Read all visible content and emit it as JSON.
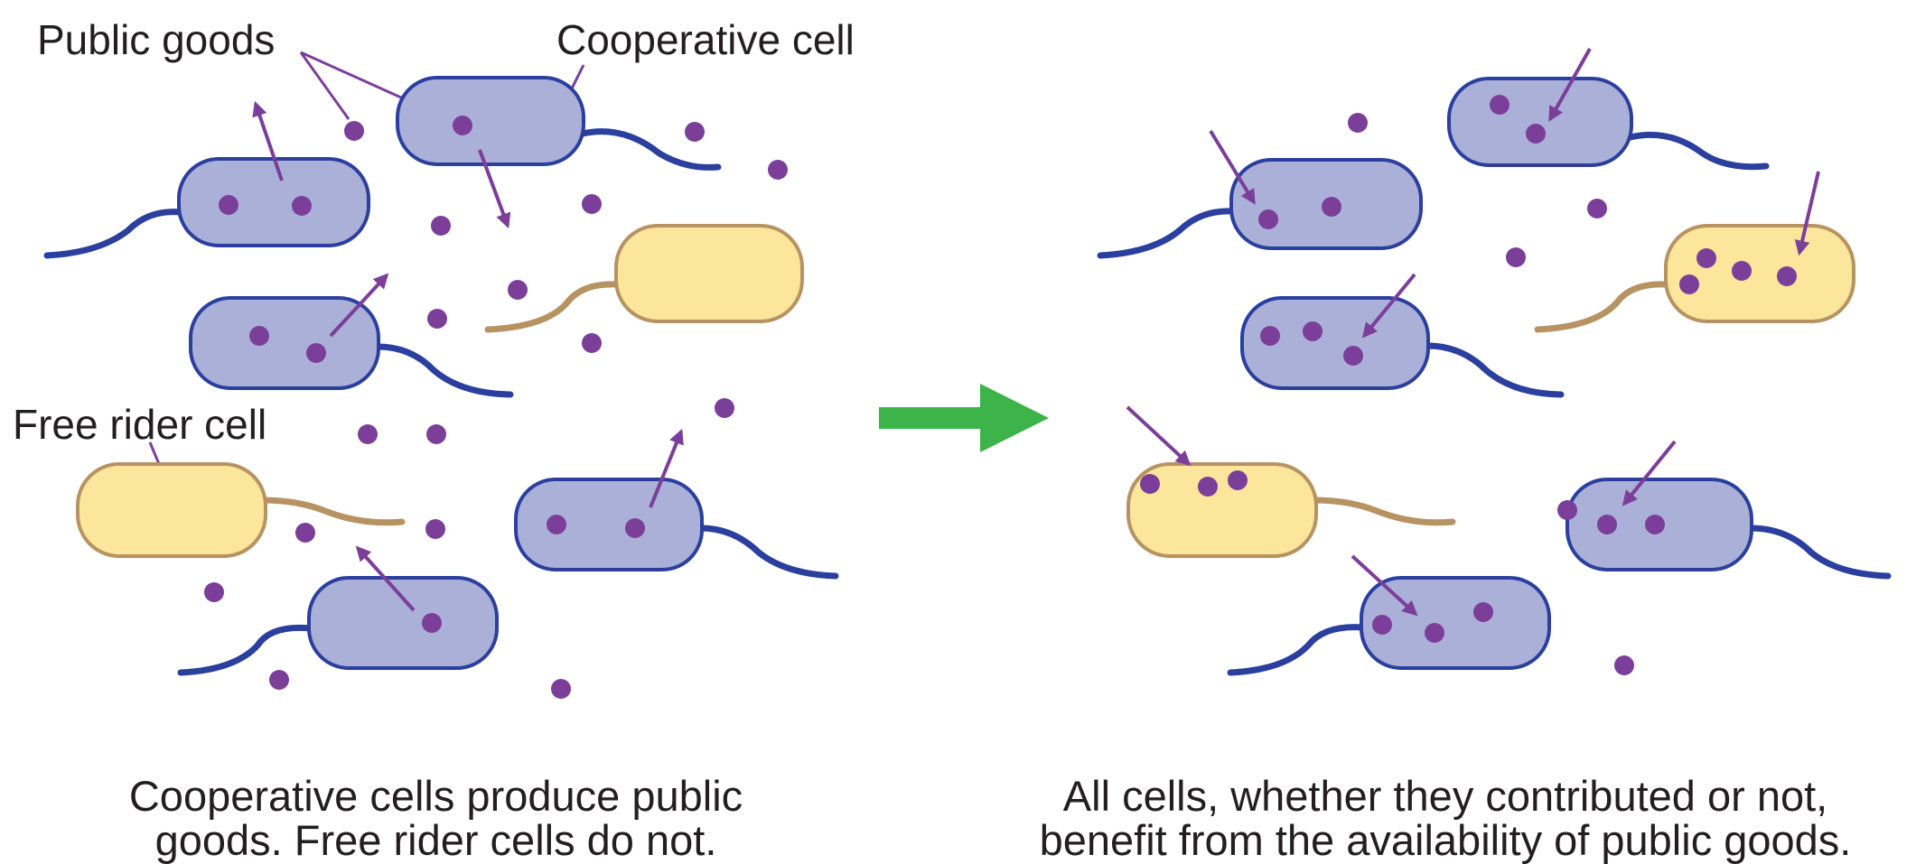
{
  "labels": {
    "public_goods": "Public goods",
    "cooperative_cell": "Cooperative cell",
    "free_rider_cell": "Free rider cell"
  },
  "captions": {
    "left_line1": "Cooperative cells produce public",
    "left_line2": "goods. Free rider cells do not.",
    "right_line1": "All cells, whether they contributed or not,",
    "right_line2": "benefit from the availability of public goods."
  },
  "colors": {
    "cooperative_fill": "#abb0d8",
    "cooperative_stroke": "#2b3f9e",
    "free_rider_fill": "#fbe69c",
    "free_rider_stroke": "#b79362",
    "public_good": "#7b3f9a",
    "transition_arrow": "#3cb44a",
    "text": "#231f20"
  },
  "icons": {
    "transition": "right-arrow-icon"
  }
}
